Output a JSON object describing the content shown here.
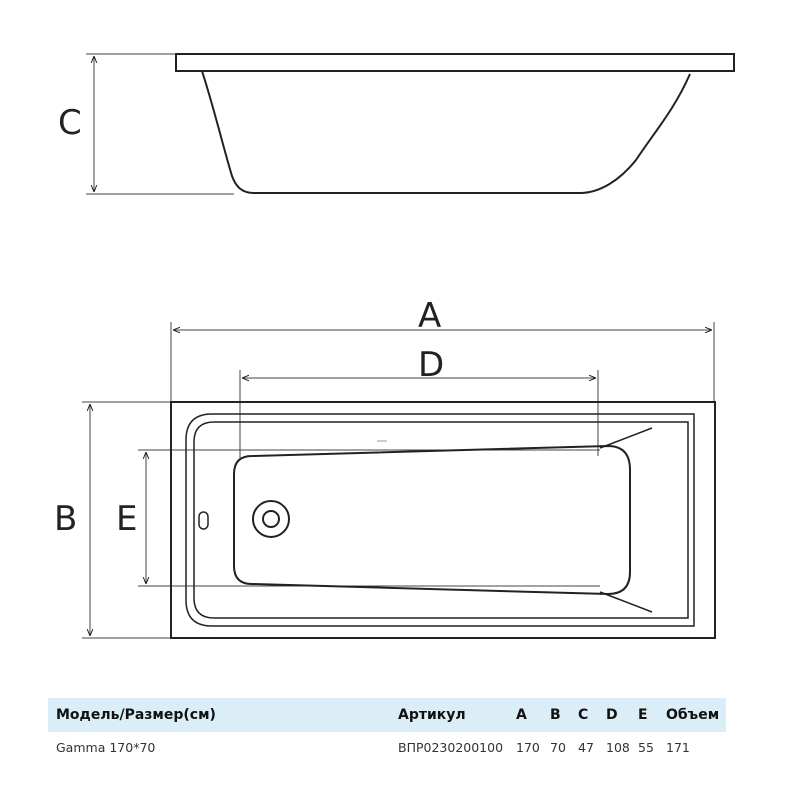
{
  "labels": {
    "A": "A",
    "B": "B",
    "C": "C",
    "D": "D",
    "E": "E"
  },
  "table": {
    "headers": [
      "Модель/Размер(см)",
      "Артикул",
      "A",
      "B",
      "C",
      "D",
      "E",
      "Объем"
    ],
    "rows": [
      [
        "Gamma 170*70",
        "ВПР0230200100",
        "170",
        "70",
        "47",
        "108",
        "55",
        "171"
      ]
    ]
  },
  "colors": {
    "line": "#222222",
    "header_bg": "#dbeef8"
  }
}
